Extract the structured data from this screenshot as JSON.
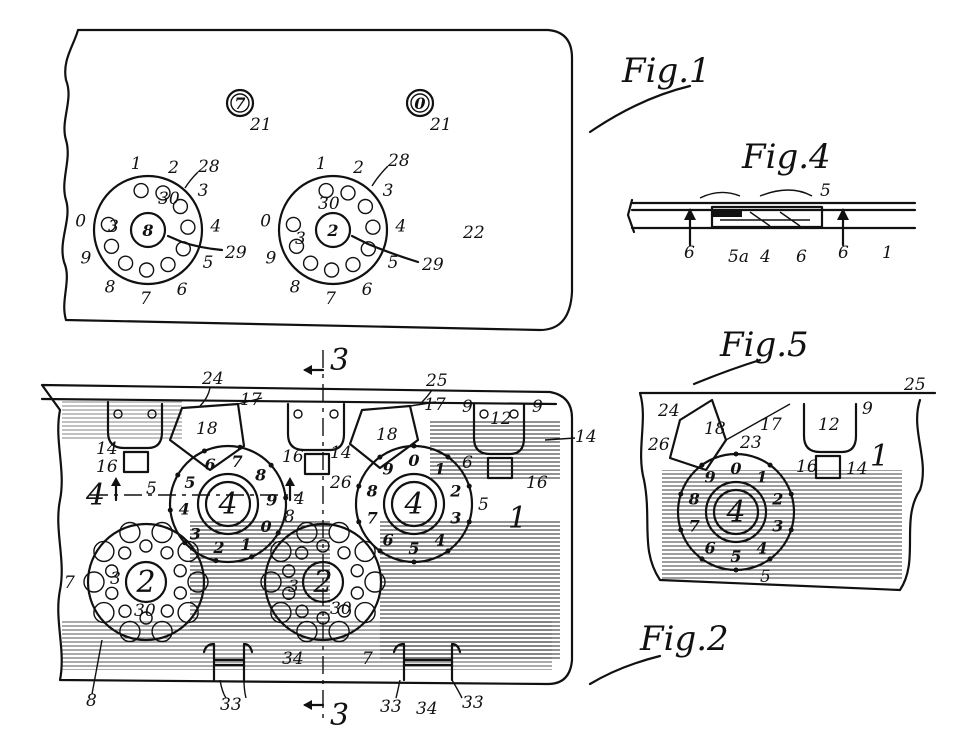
{
  "figures": {
    "fig1": "Fig.1",
    "fig2": "Fig.2",
    "fig4": "Fig.4",
    "fig5": "Fig.5"
  },
  "fig1": {
    "windows": [
      "7",
      "0"
    ],
    "window_ref": "21",
    "panel_ref": "22",
    "dial_refs": {
      "ring": "28",
      "stop": "29",
      "hole": "30"
    },
    "dial_left_center": "8",
    "dial_right_center": "2",
    "dial_digits": [
      "0",
      "1",
      "2",
      "3",
      "4",
      "5",
      "6",
      "7",
      "8",
      "9"
    ],
    "dial_inner_3": "3"
  },
  "fig2": {
    "section_ref": "3",
    "axis_ref": "4",
    "labels": {
      "l24": "24",
      "l25": "25",
      "l17a": "17",
      "l17b": "17",
      "l9a": "9",
      "l9b": "9",
      "l18a": "18",
      "l18b": "18",
      "l12": "12",
      "l14a": "14",
      "l14b": "14",
      "l14c": "14",
      "l16a": "16",
      "l16b": "16",
      "l16c": "16",
      "l26": "26",
      "l6": "6",
      "l5a": "5",
      "l5b": "5",
      "l1": "1",
      "l7a": "7",
      "l7b": "7",
      "l3a": "3",
      "l3b": "3",
      "l30a": "30",
      "l30b": "30",
      "l8a": "8",
      "l8b": "8",
      "l33a": "33",
      "l33b": "33",
      "l33c": "33",
      "l34a": "34",
      "l34b": "34",
      "hub_a": "4",
      "hub_b": "4",
      "gear_a": "2",
      "gear_b": "2"
    }
  },
  "fig4": {
    "labels": {
      "l5": "5",
      "l6a": "6",
      "l6b": "6",
      "l6c": "6",
      "l5a": "5a",
      "l4": "4",
      "l1": "1"
    }
  },
  "fig5": {
    "labels": {
      "l25": "25",
      "l24": "24",
      "l18": "18",
      "l17": "17",
      "l23": "23",
      "l12": "12",
      "l9": "9",
      "l26": "26",
      "l16": "16",
      "l14": "14",
      "l1": "1",
      "l5": "5",
      "hub": "4"
    }
  },
  "colors": {
    "ink": "#111111",
    "paper": "#ffffff"
  }
}
